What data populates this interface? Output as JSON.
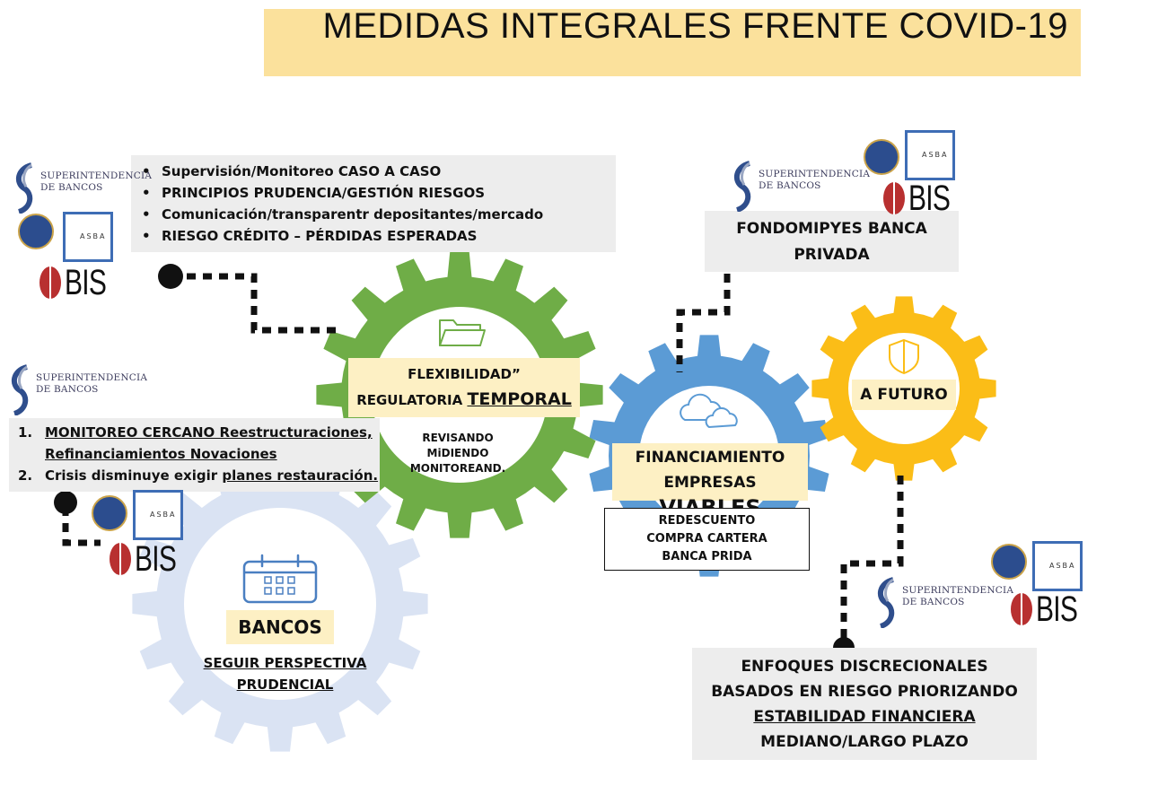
{
  "title": "MEDIDAS INTEGRALES FRENTE COVID-19",
  "top_box": {
    "items": [
      "Supervisión/Monitoreo CASO A CASO",
      "PRINCIPIOS PRUDENCIA/GESTIÓN RIESGOS",
      "Comunicación/transparentr depositantes/mercado",
      "RIESGO CRÉDITO – PÉRDIDAS ESPERADAS"
    ]
  },
  "left_box": {
    "item1_num": "1.",
    "item1_line1": "MONITOREO CERCANO Reestructuraciones,",
    "item1_line2": "Refinanciamientos Novaciones",
    "item2_num": "2.",
    "item2_prefix": "Crisis disminuye exigir ",
    "item2_underlined": "planes restauración."
  },
  "green_gear": {
    "label_line1": "FLEXIBILIDAD”",
    "label_line2_prefix": "REGULATORIA ",
    "label_line2_emph": "TEMPORAL",
    "sub_line1": "REVISANDO",
    "sub_line2": "MiDIENDO",
    "sub_line3": "MONITOREAND."
  },
  "blue_gear": {
    "label_line1": "FINANCIAMIENTO",
    "label_line2_prefix": "EMPRESAS ",
    "label_line2_emph": "VIABLES",
    "box_line1": "REDESCUENTO",
    "box_line2": "COMPRA CARTERA",
    "box_line3": "BANCA PRIDA"
  },
  "yellow_gear": {
    "label": "A FUTURO"
  },
  "gray_gear": {
    "label": "BANCOS",
    "sub_line1": "SEGUIR PERSPECTIVA",
    "sub_line2": "PRUDENCIAL"
  },
  "fondo_box": {
    "line1": "FONDOMIPYES BANCA",
    "line2": "PRIVADA"
  },
  "enfo_box": {
    "line1": "ENFOQUES DISCRECIONALES",
    "line2": "BASADOS EN RIESGO PRIORIZANDO",
    "line3": "ESTABILIDAD FINANCIERA",
    "line4": "MEDIANO/LARGO PLAZO"
  },
  "logos": {
    "superintendencia_line1": "SUPERINTENDENCIA",
    "superintendencia_line2": "DE BANCOS",
    "bis": "BIS",
    "asba": "ASBA"
  },
  "colors": {
    "title_band": "#fbe19c",
    "green_gear": "#6fad47",
    "blue_gear": "#5b9bd5",
    "yellow_gear": "#fbbd17",
    "gray_gear": "#dae3f3",
    "label_bg": "#fdf0c4",
    "panel_bg": "#ededed"
  }
}
